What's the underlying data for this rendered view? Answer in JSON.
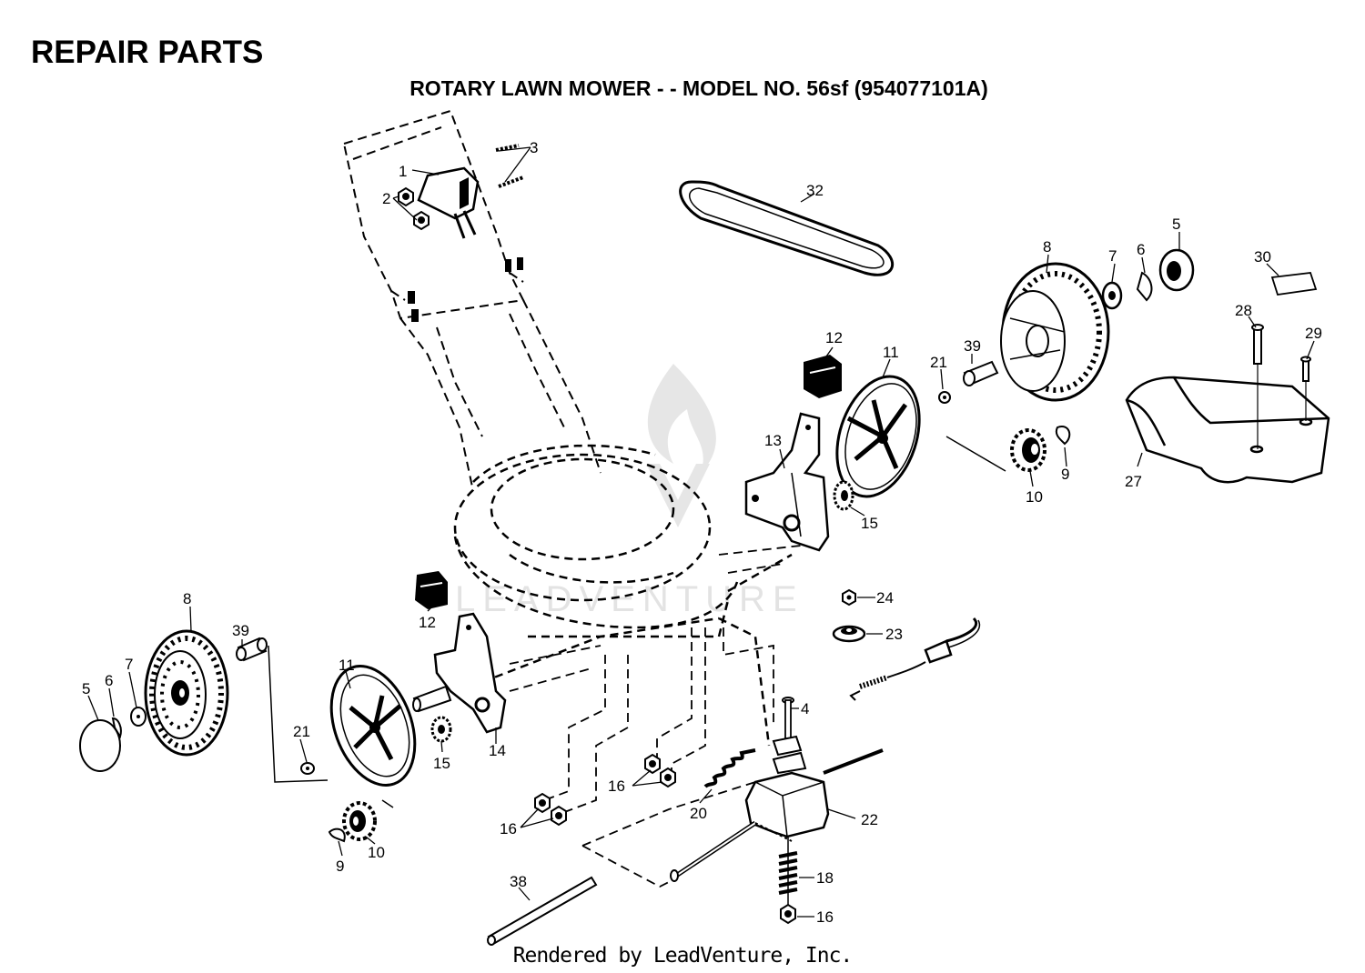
{
  "header": {
    "title": "REPAIR PARTS",
    "subtitle": "ROTARY LAWN MOWER - - MODEL NO. 56sf (954077101A)"
  },
  "watermark": "LEADVENTURE",
  "footer": "Rendered by LeadVenture, Inc.",
  "callouts": {
    "c1": "1",
    "c2": "2",
    "c3": "3",
    "c4": "4",
    "c5a": "5",
    "c5b": "5",
    "c6a": "6",
    "c6b": "6",
    "c7a": "7",
    "c7b": "7",
    "c8a": "8",
    "c8b": "8",
    "c9a": "9",
    "c9b": "9",
    "c10a": "10",
    "c10b": "10",
    "c11a": "11",
    "c11b": "11",
    "c12a": "12",
    "c12b": "12",
    "c13": "13",
    "c14": "14",
    "c15a": "15",
    "c15b": "15",
    "c16a": "16",
    "c16b": "16",
    "c16c": "16",
    "c18": "18",
    "c20": "20",
    "c21a": "21",
    "c21b": "21",
    "c22": "22",
    "c23": "23",
    "c24": "24",
    "c27": "27",
    "c28": "28",
    "c29": "29",
    "c30": "30",
    "c32": "32",
    "c38": "38",
    "c39a": "39",
    "c39b": "39"
  },
  "colors": {
    "ink": "#000000",
    "watermark": "#e3e3e3",
    "background": "#ffffff"
  }
}
